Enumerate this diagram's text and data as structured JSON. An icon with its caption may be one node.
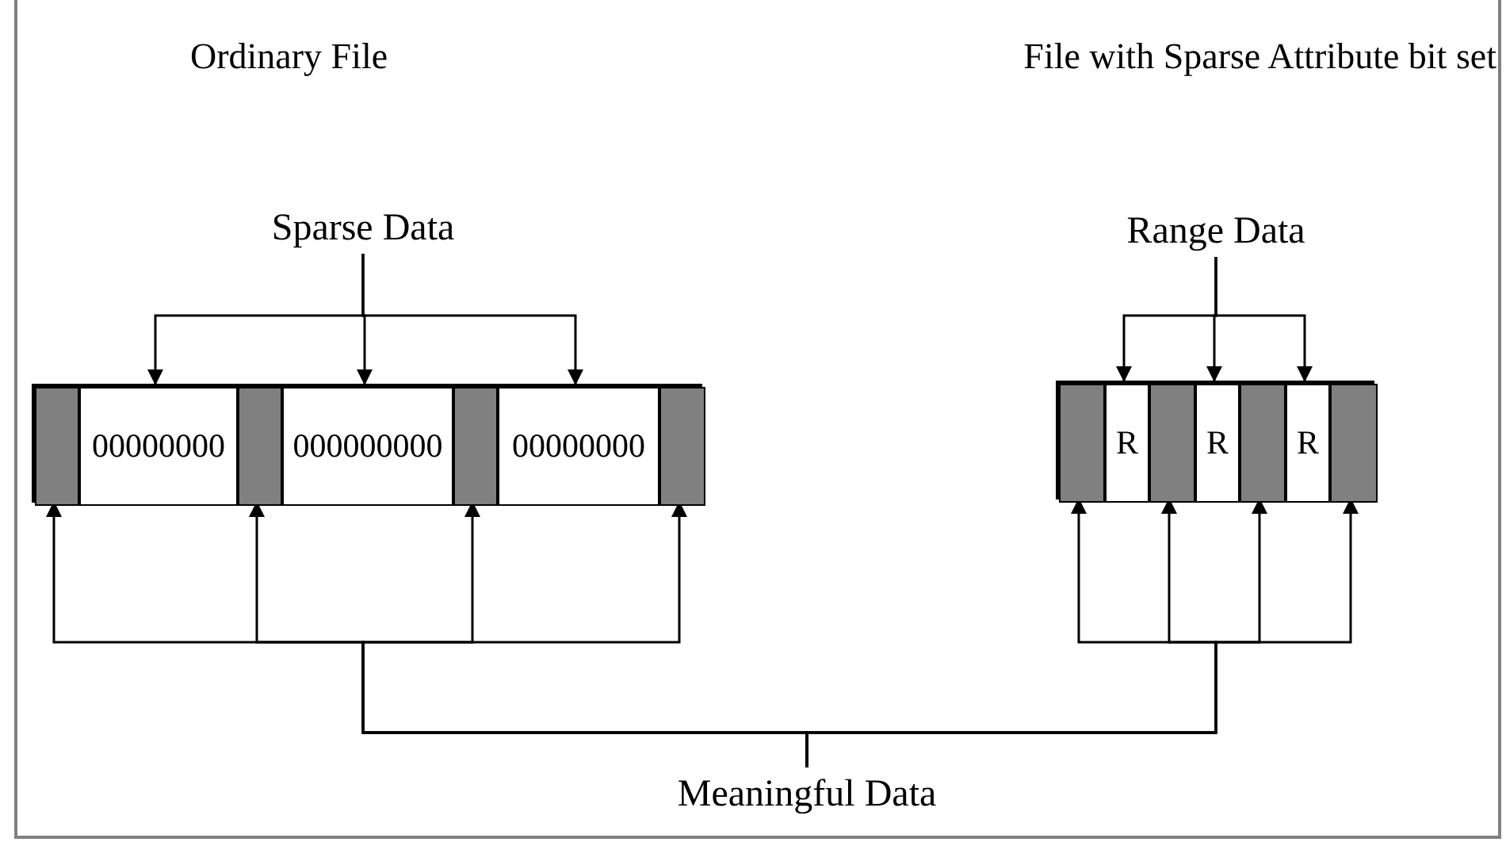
{
  "diagram": {
    "nodes": [
      {
        "text": [
          "Sparse Data"
        ]
      },
      {
        "text": [],
        "shape": "box"
      },
      {
        "text": [],
        "shape": "bar",
        "in": 1
      },
      {
        "text": [
          "00000000"
        ],
        "in": 1
      },
      {
        "text": [],
        "shape": "bar",
        "in": 1
      },
      {
        "text": [
          "000000000"
        ],
        "in": 1
      },
      {
        "text": [],
        "shape": "bar",
        "in": 1
      },
      {
        "text": [
          "00000000"
        ],
        "in": 1
      },
      {
        "text": [],
        "shape": "bar",
        "in": 1
      },
      {
        "text": [
          "Range Data"
        ]
      },
      {
        "text": [],
        "shape": "box"
      },
      {
        "text": [],
        "shape": "bar",
        "in": 10
      },
      {
        "text": [
          "R"
        ],
        "in": 10
      },
      {
        "text": [],
        "shape": "bar",
        "in": 10
      },
      {
        "text": [
          "R"
        ],
        "in": 10
      },
      {
        "text": [],
        "shape": "bar",
        "in": 10
      },
      {
        "text": [
          "R"
        ],
        "in": 10
      },
      {
        "text": [],
        "shape": "bar",
        "in": 10
      },
      {
        "text": [
          "Meaningful Data"
        ]
      }
    ],
    "edges": [
      {
        "from": 0,
        "to": 3,
        "arrow": "to"
      },
      {
        "from": 0,
        "to": 5,
        "arrow": "to"
      },
      {
        "from": 0,
        "to": 7,
        "arrow": "to"
      },
      {
        "from": 9,
        "to": 12,
        "arrow": "to"
      },
      {
        "from": 9,
        "to": 14,
        "arrow": "to"
      },
      {
        "from": 9,
        "to": 16,
        "arrow": "to"
      },
      {
        "from": 18,
        "to": 2,
        "arrow": "to"
      },
      {
        "from": 18,
        "to": 4,
        "arrow": "to"
      },
      {
        "from": 18,
        "to": 6,
        "arrow": "to"
      },
      {
        "from": 18,
        "to": 8,
        "arrow": "to"
      },
      {
        "from": 18,
        "to": 11,
        "arrow": "to"
      },
      {
        "from": 18,
        "to": 13,
        "arrow": "to"
      },
      {
        "from": 18,
        "to": 15,
        "arrow": "to"
      },
      {
        "from": 18,
        "to": 17,
        "arrow": "to"
      }
    ],
    "labels": [
      "Ordinary File",
      "File with Sparse Attribute bit set"
    ]
  }
}
